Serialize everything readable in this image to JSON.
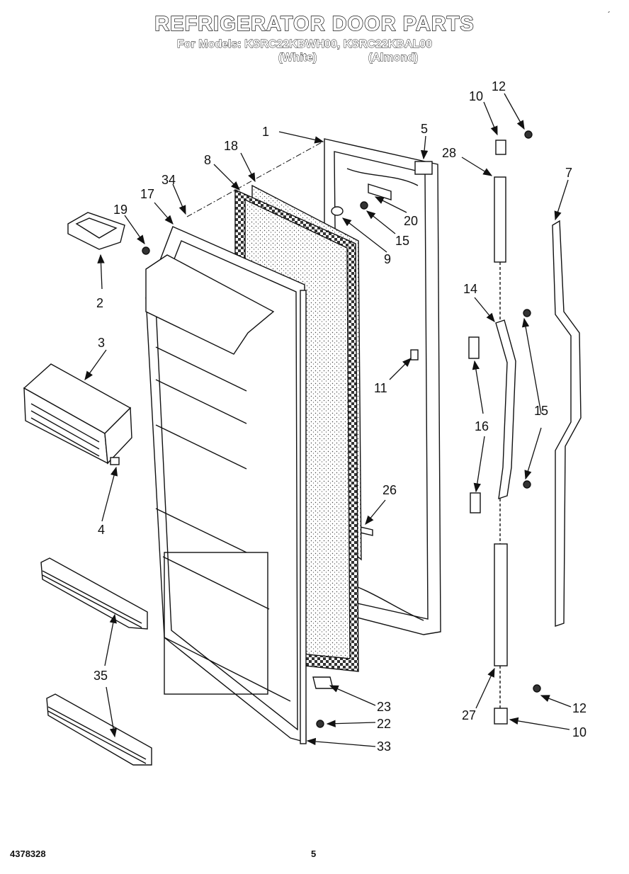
{
  "header": {
    "title": "REFRIGERATOR DOOR PARTS",
    "subtitle": "For Models: KSRC22KBWH00, KSRC22KBAL00",
    "variant_white": "(White)",
    "variant_almond": "(Almond)",
    "corner_mark": "´"
  },
  "callouts": [
    {
      "id": "c1",
      "text": "1"
    },
    {
      "id": "c5",
      "text": "5"
    },
    {
      "id": "c10a",
      "text": "10"
    },
    {
      "id": "c12a",
      "text": "12"
    },
    {
      "id": "c28",
      "text": "28"
    },
    {
      "id": "c7",
      "text": "7"
    },
    {
      "id": "c18",
      "text": "18"
    },
    {
      "id": "c8",
      "text": "8"
    },
    {
      "id": "c34",
      "text": "34"
    },
    {
      "id": "c17",
      "text": "17"
    },
    {
      "id": "c19",
      "text": "19"
    },
    {
      "id": "c2",
      "text": "2"
    },
    {
      "id": "c20",
      "text": "20"
    },
    {
      "id": "c15a",
      "text": "15"
    },
    {
      "id": "c9",
      "text": "9"
    },
    {
      "id": "c14",
      "text": "14"
    },
    {
      "id": "c3",
      "text": "3"
    },
    {
      "id": "c11",
      "text": "11"
    },
    {
      "id": "c16",
      "text": "16"
    },
    {
      "id": "c15b",
      "text": "15"
    },
    {
      "id": "c4",
      "text": "4"
    },
    {
      "id": "c26",
      "text": "26"
    },
    {
      "id": "c35",
      "text": "35"
    },
    {
      "id": "c23",
      "text": "23"
    },
    {
      "id": "c22",
      "text": "22"
    },
    {
      "id": "c33",
      "text": "33"
    },
    {
      "id": "c27",
      "text": "27"
    },
    {
      "id": "c12b",
      "text": "12"
    },
    {
      "id": "c10b",
      "text": "10"
    }
  ],
  "footer": {
    "document_id": "4378328",
    "page_number": "5"
  }
}
